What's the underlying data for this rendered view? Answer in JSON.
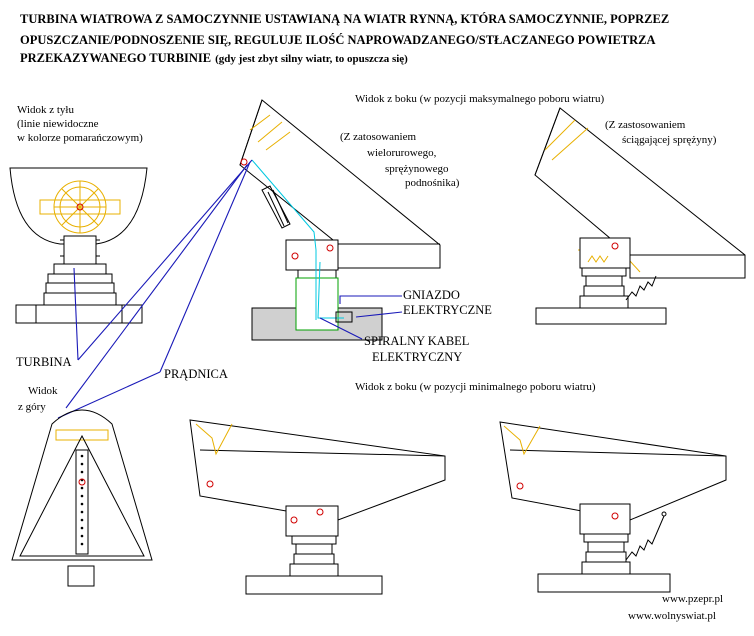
{
  "title": {
    "line1": "TURBINA WIATROWA Z SAMOCZYNNIE USTAWIANĄ NA WIATR RYNNĄ, KTÓRA SAMOCZYNNIE, POPRZEZ",
    "line2": "OPUSZCZANIE/PODNOSZENIE SIĘ, REGULUJE ILOŚĆ NAPROWADZANEGO/STŁACZANEGO POWIETRZA",
    "line3_bold": "PRZEKAZYWANEGO TURBINIE",
    "line3_note": "(gdy jest zbyt silny wiatr, to opuszcza się)"
  },
  "labels": {
    "rear_view": [
      "Widok z tyłu",
      "(linie niewidoczne",
      "w kolorze pomarańczowym)"
    ],
    "side_max": "Widok z boku (w pozycji maksymalnego poboru wiatru)",
    "side_min": "Widok z boku (w pozycji minimalnego poboru wiatru)",
    "multi_roll": [
      "(Z zatosowaniem",
      "wielorurowego,",
      "sprężynowego",
      "podnośnika)"
    ],
    "pull_spring": [
      "(Z zastosowaniem",
      "ściągającej sprężyny)"
    ],
    "socket": [
      "GNIAZDO",
      "ELEKTRYCZNE"
    ],
    "cable": [
      "SPIRALNY KABEL",
      "ELEKTRYCZNY"
    ],
    "turbine": "TURBINA",
    "generator": "PRĄDNICA",
    "top_view": [
      "Widok",
      "z góry"
    ],
    "urls": [
      "www.pzepr.pl",
      "www.wolnyswiat.pl"
    ]
  },
  "colors": {
    "outline": "#000000",
    "hidden_lines": "#e8b000",
    "pointer_lines": "#1a1ab8",
    "cable": "#00c8e0",
    "marker": "#d00000",
    "ground": "#d0d0d0"
  }
}
